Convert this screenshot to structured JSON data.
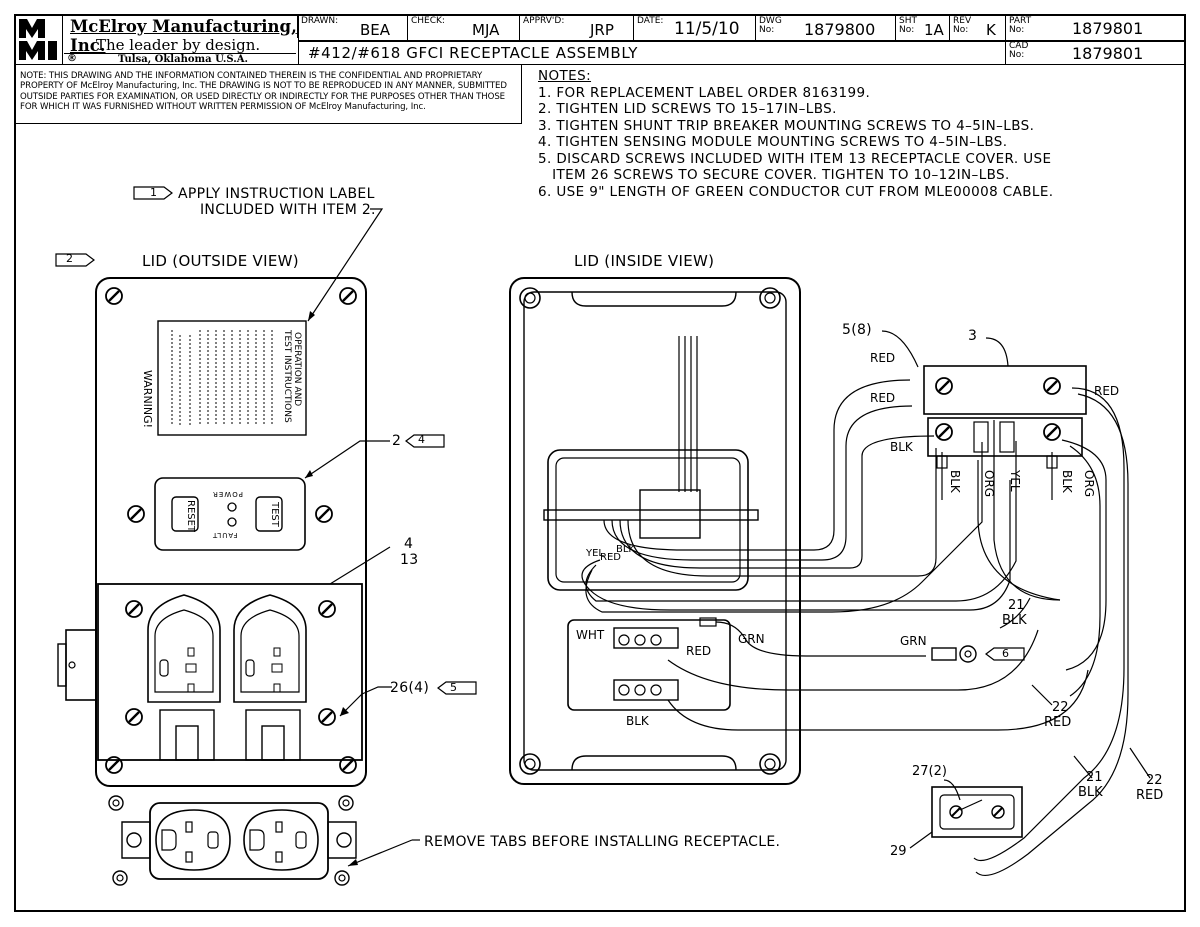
{
  "titleblock": {
    "logo_text": "MMI",
    "company": "McElroy Manufacturing, Inc.",
    "slogan": "The leader by design.",
    "registered": "®",
    "location": "Tulsa, Oklahoma U.S.A.",
    "drawn_label": "DRAWN:",
    "drawn": "BEA",
    "check_label": "CHECK:",
    "check": "MJA",
    "apprvd_label": "APPRV'D:",
    "apprvd": "JRP",
    "date_label": "DATE:",
    "date": "11/5/10",
    "dwg_label": "DWG No:",
    "dwg": "1879800",
    "sht_label": "SHT No:",
    "sht": "1A",
    "rev_label": "REV No:",
    "rev": "K",
    "part_label": "PART No:",
    "part": "1879801",
    "cad_label": "CAD No:",
    "cad": "1879801",
    "title": "#412/#618 GFCI RECEPTACLE ASSEMBLY"
  },
  "proprietary_note": "NOTE: THIS DRAWING AND THE INFORMATION CONTAINED THEREIN IS THE CONFIDENTIAL AND PROPRIETARY PROPERTY OF McElroy Manufacturing, Inc. THE DRAWING IS NOT TO BE REPRODUCED IN ANY MANNER, SUBMITTED OUTSIDE PARTIES FOR EXAMINATION, OR USED DIRECTLY OR INDIRECTLY FOR THE PURPOSES OTHER THAN THOSE FOR WHICH IT WAS FURNISHED WITHOUT WRITTEN PERMISSION OF McElroy Manufacturing, Inc.",
  "notes": {
    "title": "NOTES:",
    "items": [
      "1. FOR REPLACEMENT LABEL ORDER 8163199.",
      "2. TIGHTEN LID SCREWS TO 15–17IN–LBS.",
      "3. TIGHTEN SHUNT TRIP BREAKER MOUNTING SCREWS TO 4–5IN–LBS.",
      "4. TIGHTEN SENSING MODULE MOUNTING SCREWS TO 4–5IN–LBS.",
      "5. DISCARD SCREWS INCLUDED WITH ITEM 13 RECEPTACLE COVER. USE",
      "   ITEM 26 SCREWS TO SECURE COVER. TIGHTEN TO 10–12IN–LBS.",
      "6. USE 9\" LENGTH OF GREEN CONDUCTOR CUT FROM MLE00008 CABLE."
    ]
  },
  "outside": {
    "view_title": "LID (OUTSIDE VIEW)",
    "flag_2": "2",
    "flag_1": "1",
    "instruction_line1": "APPLY INSTRUCTION LABEL",
    "instruction_line2": "INCLUDED WITH ITEM 2.",
    "label_warning": "WARNING!",
    "label_operation": "OPERATION AND",
    "label_test": "TEST INSTRUCTIONS",
    "callout_2": "2",
    "flag_4": "4",
    "reset": "RESET",
    "test": "TEST",
    "power": "POWER",
    "fault": "FAULT",
    "callout_4": "4",
    "callout_13": "13",
    "callout_26": "26(4)",
    "flag_5": "5",
    "remove_tabs": "REMOVE TABS BEFORE INSTALLING RECEPTACLE."
  },
  "inside": {
    "view_title": "LID (INSIDE VIEW)",
    "callout_5_8": "5(8)",
    "callout_3": "3",
    "red_1": "RED",
    "red_2": "RED",
    "red_3": "RED",
    "blk_1": "BLK",
    "blk_2": "BLK",
    "blk_3": "BLK",
    "org_1": "ORG",
    "yel_1": "YEL",
    "org_2": "ORG",
    "wire_blk": "BLK",
    "wire_red": "RED",
    "wire_yel": "YEL",
    "wht": "WHT",
    "grn_1": "GRN",
    "red_4": "RED",
    "blk_4": "BLK",
    "grn_2": "GRN",
    "flag_6": "6",
    "c21_a": "21",
    "c21_a_color": "BLK",
    "c22_a": "22",
    "c22_a_color": "RED",
    "c27": "27(2)",
    "c21_b": "21",
    "c21_b_color": "BLK",
    "c22_b": "22",
    "c22_b_color": "RED",
    "c29": "29"
  }
}
